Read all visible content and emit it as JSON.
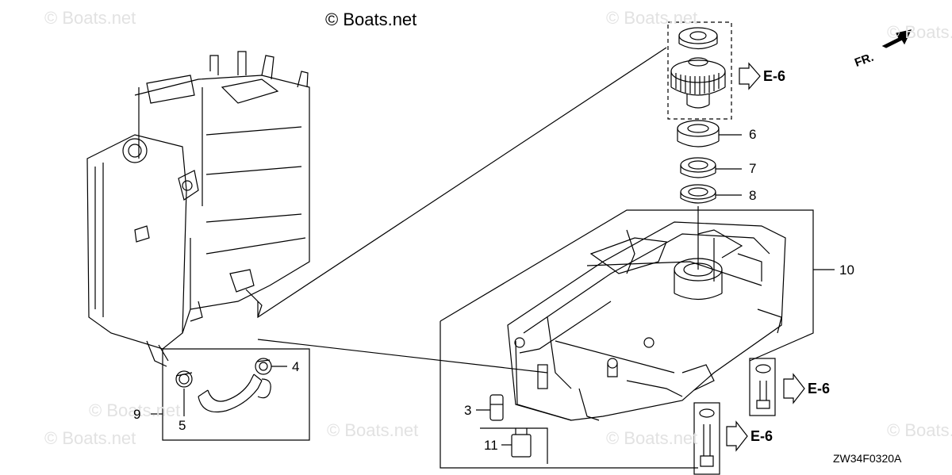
{
  "copyright": "© Boats.net",
  "watermarks": [
    "© Boats.net",
    "© Boats.net",
    "© Boats.net",
    "© Boats.net",
    "© Boats.net",
    "© Boats.net",
    "© Boats.net",
    "© Boats.net"
  ],
  "direction": "FR.",
  "diagram_code": "ZW34F0320A",
  "refs": [
    "E-6",
    "E-6",
    "E-6"
  ],
  "parts": {
    "p3": "3",
    "p4": "4",
    "p5": "5",
    "p6": "6",
    "p7": "7",
    "p8": "8",
    "p9": "9",
    "p10": "10",
    "p11": "11"
  },
  "line_color": "#000000",
  "watermark_color": "#e2e2e2"
}
